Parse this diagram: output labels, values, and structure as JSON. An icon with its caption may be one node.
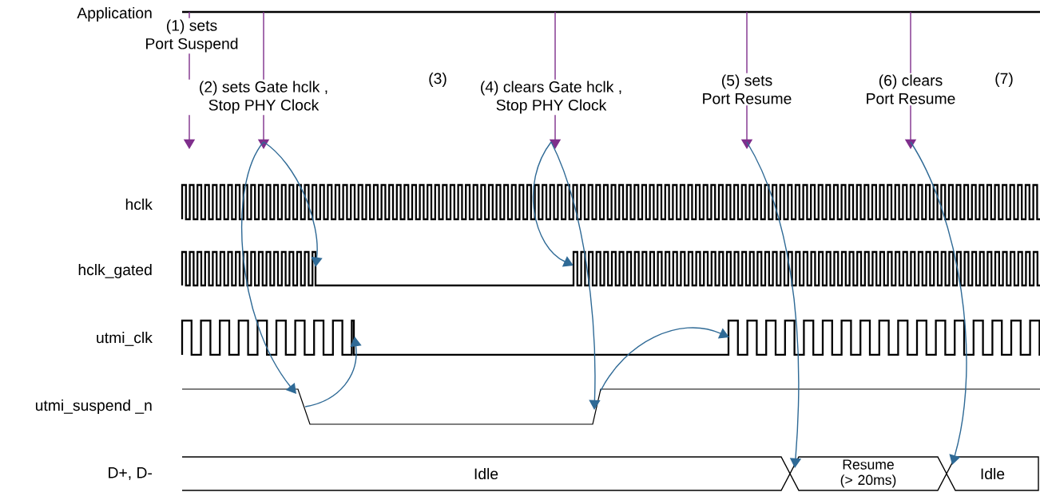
{
  "diagram": {
    "nodes": [
      {
        "text": [
          "Application"
        ]
      },
      {
        "text": [
          "hclk"
        ]
      },
      {
        "text": [
          "hclk_gated"
        ]
      },
      {
        "text": [
          "utmi_clk"
        ]
      },
      {
        "text": [
          "utmi_suspend _n"
        ]
      },
      {
        "text": [
          "D+, D-"
        ]
      },
      {
        "text": [
          "Idle"
        ]
      },
      {
        "text": [
          "Resume (> 20ms)"
        ]
      },
      {
        "text": [
          "Idle"
        ]
      }
    ],
    "edges": [
      {
        "from": 0,
        "to": null,
        "arrow": "to",
        "label": "(1) sets Port Suspend",
        "color": "#7f2f8c"
      },
      {
        "from": 0,
        "to": null,
        "arrow": "to",
        "label": "(2) sets Gate hclk , Stop PHY Clock",
        "color": "#7f2f8c"
      },
      {
        "from": 0,
        "to": null,
        "arrow": "to",
        "label": "(4) clears Gate hclk , Stop PHY Clock",
        "color": "#7f2f8c"
      },
      {
        "from": 0,
        "to": null,
        "arrow": "to",
        "label": "(5) sets Port Resume",
        "color": "#7f2f8c"
      },
      {
        "from": 0,
        "to": null,
        "arrow": "to",
        "label": "(6) clears Port Resume",
        "color": "#7f2f8c"
      },
      {
        "from": null,
        "to": 2,
        "arrow": "to"
      },
      {
        "from": null,
        "to": 4,
        "arrow": "to"
      },
      {
        "from": 4,
        "to": 3,
        "arrow": "to"
      },
      {
        "from": null,
        "to": 2,
        "arrow": "to"
      },
      {
        "from": null,
        "to": 4,
        "arrow": "to"
      },
      {
        "from": 4,
        "to": 3,
        "arrow": "to"
      },
      {
        "from": null,
        "to": 7,
        "arrow": "to"
      },
      {
        "from": null,
        "to": 8,
        "arrow": "to"
      }
    ],
    "labels": [
      "(3)",
      "(7)"
    ]
  }
}
